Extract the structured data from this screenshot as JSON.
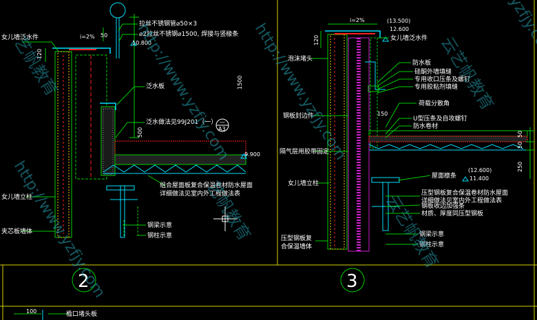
{
  "colors": {
    "background": "#000000",
    "frame": "#d4d400",
    "leader": "#00d000",
    "cyan": "#00e0ff",
    "red": "#ff2020",
    "magenta": "#d020d0",
    "watermark": "#26a0b0"
  },
  "detail2": {
    "number": "2",
    "dims": {
      "slope": "i=2%",
      "d50": "50",
      "d120": "120",
      "d1500": "1500",
      "d500": "500",
      "elev_top": "10.800",
      "elev_bottom": "9.900"
    },
    "labels": {
      "parapet_flashing": "女儿墙泛水件",
      "rail_pipe": "拉丝不锈钢管⌀50×3",
      "rail_bar": "⌀2拉丝不锈钢⌀1500, 焊接与竖椽条",
      "flashing_board": "泛水板",
      "flashing_ref": "泛水做法见99J201（一）",
      "ref_top": "—",
      "ref_bottom": "A3",
      "roof_composite": "组合屋面板复合保温卷材防水屋面",
      "roof_composite_note": "详细做法见室内外工程做法表",
      "parapet_column": "女儿墙立柱",
      "sandwich_wall": "夹芯板墙体",
      "steel_beam": "钢梁示意",
      "steel_column": "钢柱示意"
    }
  },
  "detail3": {
    "number": "3",
    "dims": {
      "slope": "i=2%",
      "d120": "120",
      "d50a": "50",
      "d50b": "50",
      "d250": "250",
      "elev_top_a": "(13.500)",
      "elev_top_b": "12.600",
      "elev_low_a": "(12.600)",
      "elev_low_b": "11.400",
      "d150": "150"
    },
    "labels": {
      "parapet_flashing": "女儿墙泛水件",
      "foam_block": "泡沫堵头",
      "flashing_plate": "防水板",
      "sheet_edge": "硅酮外墙填缝",
      "self_tap": "专用收口压条及螺钉",
      "sealant": "专用胶粘剂填缝",
      "load_angle": "荷载分散角",
      "u_strip": "U型压条及自攻螺钉",
      "waterproof": "防水卷材",
      "edge_trim": "钢板封边件",
      "vapor_fix": "隔气层用胶带固定",
      "parapet_column": "女儿墙立柱",
      "roof_purlin": "屋面檩条",
      "roof_composite": "压型钢板复合保温卷材防水屋面",
      "roof_note": "详细做法见室内外工程做法表",
      "stiffener": "钢板收边加强条",
      "material_note": "材质、厚度同压型钢板",
      "clad_wall_a": "压型钢板复",
      "clad_wall_b": "合保温墙体",
      "steel_beam": "钢梁示意",
      "steel_column": "钢柱示意"
    }
  },
  "bottom": {
    "dim100": "100",
    "eave_board": "檐口堵头板"
  },
  "watermarks": {
    "url1": "http://www.yzfjy.com",
    "url2": "http://www.yzfjy.com",
    "url3": "yzfjy.com",
    "url4": "http://www.yzfjy.com",
    "cn1": "艺帆教育",
    "cn2": "云艺帆教育",
    "cn3": "艺帆教育",
    "cn4": "云艺帆教育"
  }
}
